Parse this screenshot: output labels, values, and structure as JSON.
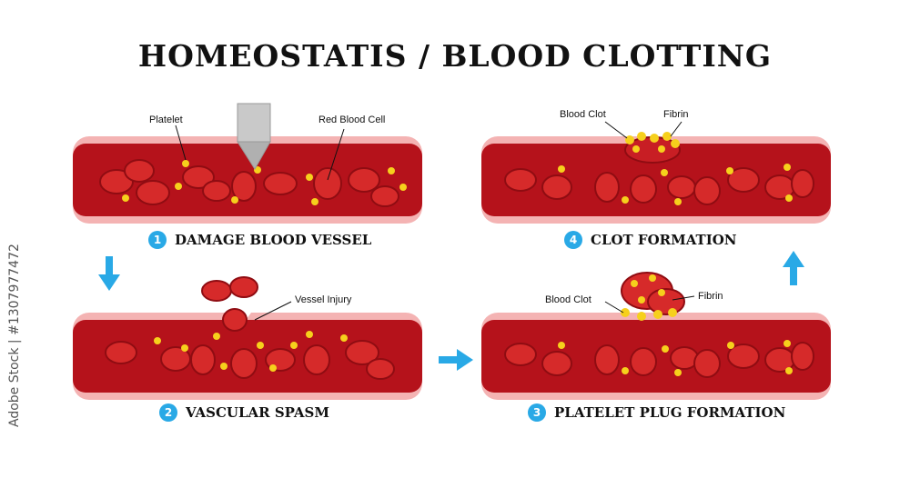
{
  "title": "HOMEOSTATIS / BLOOD CLOTTING",
  "steps": [
    {
      "number": "1",
      "label": "DAMAGE BLOOD VESSEL"
    },
    {
      "number": "2",
      "label": "VASCULAR SPASM"
    },
    {
      "number": "3",
      "label": "PLATELET PLUG FORMATION"
    },
    {
      "number": "4",
      "label": "CLOT FORMATION"
    }
  ],
  "labels": {
    "platelet": "Platelet",
    "red_blood_cell": "Red Blood Cell",
    "vessel_injury": "Vessel Injury",
    "blood_clot": "Blood Clot",
    "fibrin": "Fibrin"
  },
  "watermark": "Adobe Stock | #1307977472",
  "colors": {
    "vessel_wall": "#f4b3b3",
    "blood": "#b5121b",
    "rbc": "#d62a2a",
    "platelet": "#f6d01c",
    "step_badge": "#29a9e6",
    "flow_arrow": "#29a9e6"
  }
}
